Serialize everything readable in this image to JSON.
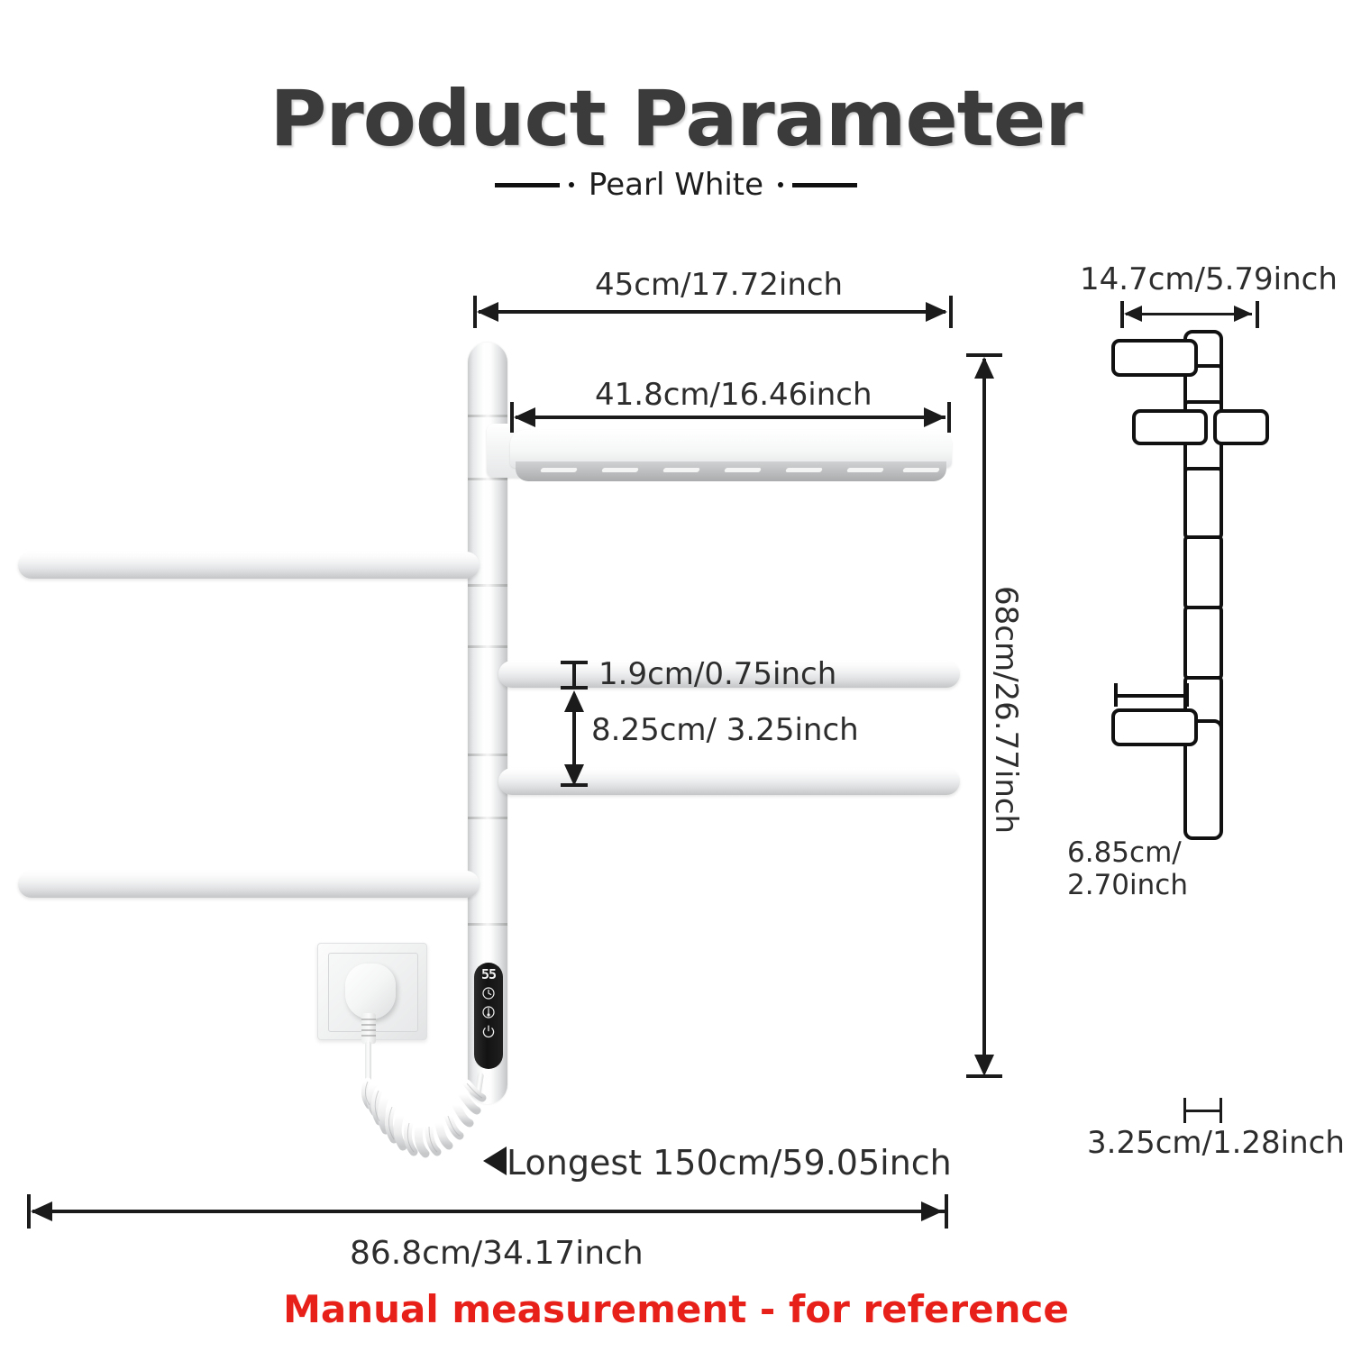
{
  "header": {
    "title": "Product Parameter",
    "subtitle": "Pearl White"
  },
  "dimensions": {
    "overall_width": "45cm/17.72inch",
    "shelf_width": "41.8cm/16.46inch",
    "bar_thickness": "1.9cm/0.75inch",
    "bar_spacing": "8.25cm/ 3.25inch",
    "overall_height": "68cm/26.77inch",
    "side_depth_top": "14.7cm/5.79inch",
    "side_depth_bottom_line1": "6.85cm/",
    "side_depth_bottom_line2": "2.70inch",
    "post_width": "3.25cm/1.28inch",
    "cord_length": "Longest 150cm/59.05inch",
    "total_span": "86.8cm/34.17inch"
  },
  "control_panel": {
    "display_value": "55",
    "icons": [
      "timer-icon",
      "temperature-icon",
      "power-icon"
    ]
  },
  "footnote": "Manual measurement - for reference",
  "colors": {
    "title": "#3b3b3b",
    "dimension_line": "#1b1b1b",
    "footnote": "#e8201a",
    "product": "#ffffff"
  },
  "shelf": {
    "slot_count": 7
  }
}
